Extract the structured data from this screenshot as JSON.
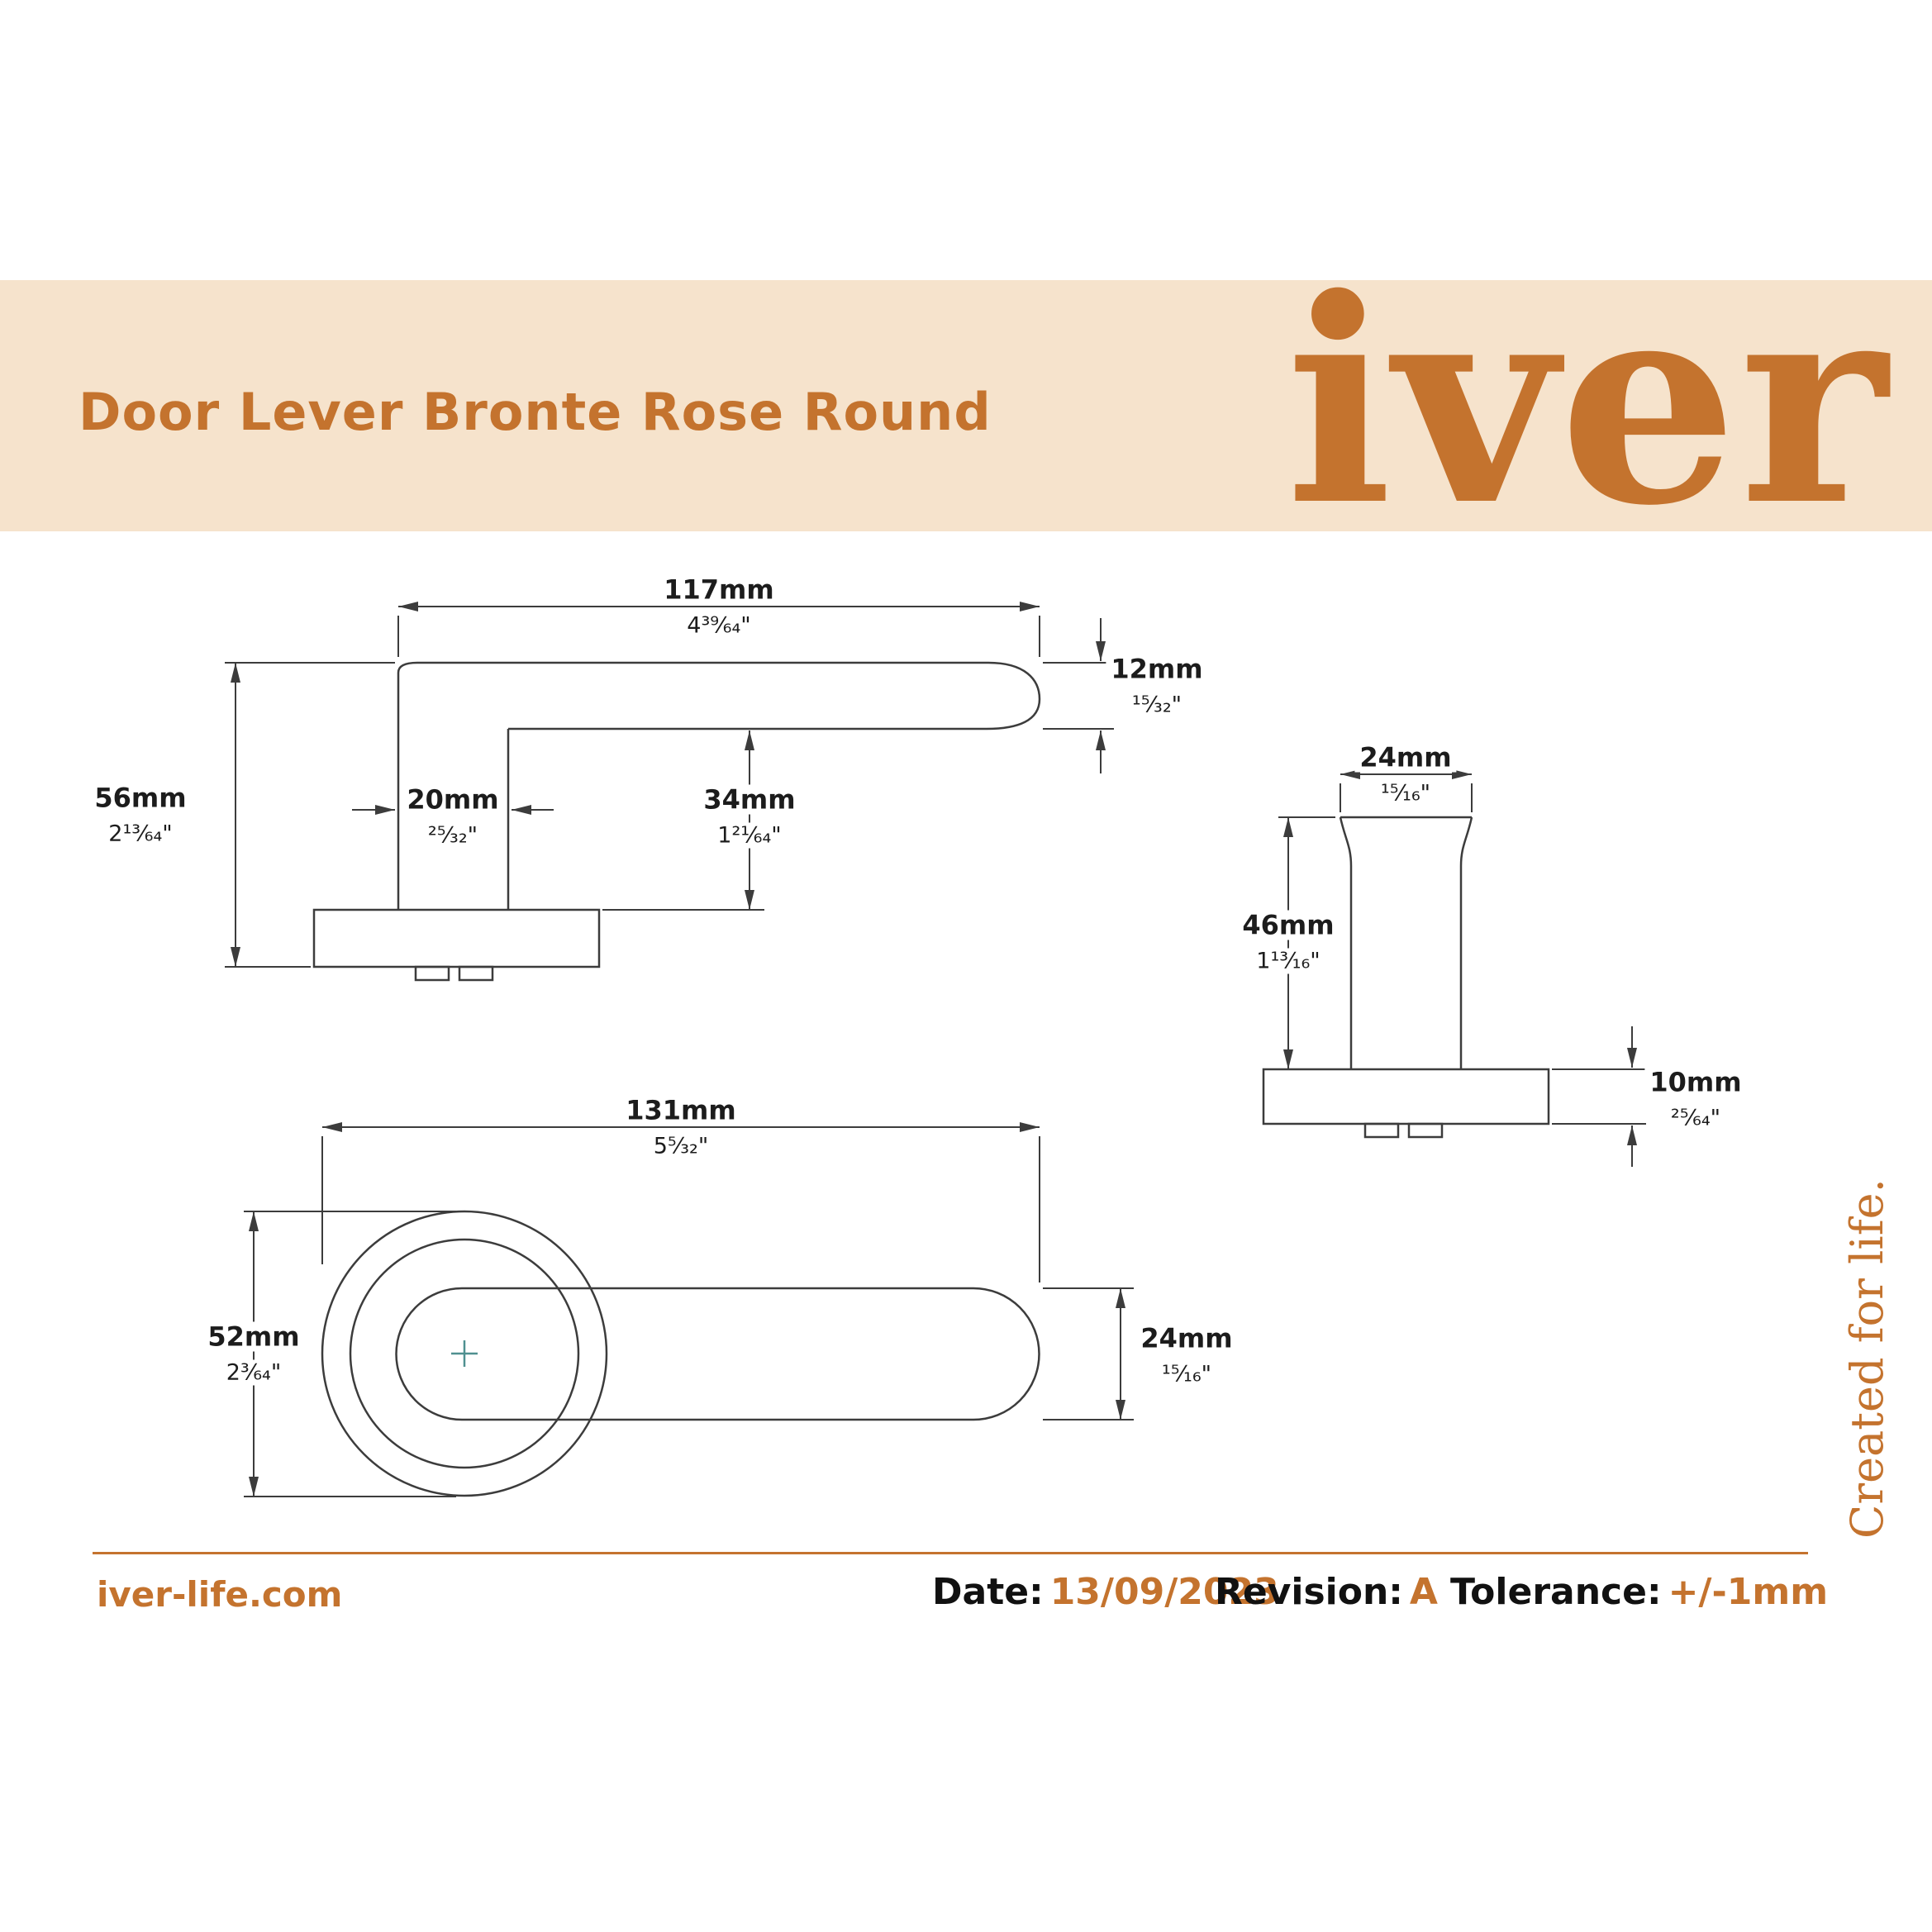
{
  "header": {
    "title": "Door Lever Bronte Rose Round",
    "logo_text": "iver",
    "tagline": "Created for life."
  },
  "dims": {
    "d117": {
      "mm": "117mm",
      "in": "4³⁹⁄₆₄\""
    },
    "d12": {
      "mm": "12mm",
      "in": "¹⁵⁄₃₂\""
    },
    "d56": {
      "mm": "56mm",
      "in": "2¹³⁄₆₄\""
    },
    "d20": {
      "mm": "20mm",
      "in": "²⁵⁄₃₂\""
    },
    "d34": {
      "mm": "34mm",
      "in": "1²¹⁄₆₄\""
    },
    "d24_end": {
      "mm": "24mm",
      "in": "¹⁵⁄₁₆\""
    },
    "d46": {
      "mm": "46mm",
      "in": "1¹³⁄₁₆\""
    },
    "d10": {
      "mm": "10mm",
      "in": "²⁵⁄₆₄\""
    },
    "d131": {
      "mm": "131mm",
      "in": "5⁵⁄₃₂\""
    },
    "d52": {
      "mm": "52mm",
      "in": "2³⁄₆₄\""
    },
    "d24_front": {
      "mm": "24mm",
      "in": "¹⁵⁄₁₆\""
    }
  },
  "footer": {
    "website": "iver-life.com",
    "date_label": "Date:",
    "date_value": "13/09/2023",
    "revision_label": "Revision:",
    "revision_value": "A",
    "tolerance_label": "Tolerance:",
    "tolerance_value": "+/-1mm"
  },
  "colors": {
    "accent": "#c4732e",
    "banner": "#f6e3cc",
    "line": "#3c3c3c",
    "crosshair": "#4f9090"
  }
}
